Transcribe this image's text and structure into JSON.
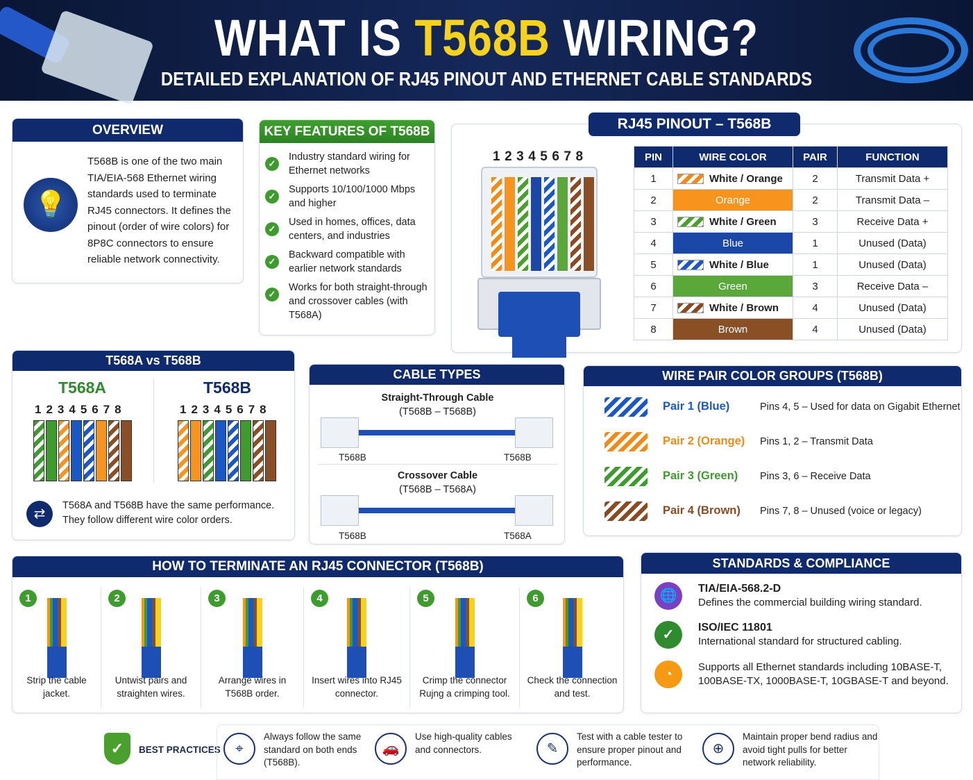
{
  "header": {
    "title_pre": "WHAT IS ",
    "title_hl": "T568B",
    "title_post": " WIRING?",
    "subtitle": "DETAILED EXPLANATION OF RJ45 PINOUT AND ETHERNET CABLE STANDARDS"
  },
  "overview": {
    "title": "OVERVIEW",
    "icon": "lightbulb-icon",
    "text": "T568B is one of the two main TIA/EIA-568 Ethernet wiring standards used to terminate RJ45 connectors. It defines the pinout (order of wire colors) for 8P8C connectors to ensure reliable network connectivity."
  },
  "features": {
    "title": "KEY FEATURES OF T568B",
    "items": [
      "Industry standard wiring for Ethernet networks",
      "Supports 10/100/1000 Mbps and higher",
      "Used in homes, offices, data centers, and industries",
      "Backward compatible with earlier network standards",
      "Works for both straight-through and crossover cables (with T568A)"
    ]
  },
  "pinout": {
    "title": "RJ45 PINOUT – T568B",
    "pin_numbers": "12345678",
    "headers": [
      "PIN",
      "WIRE COLOR",
      "PAIR",
      "FUNCTION"
    ],
    "rows": [
      {
        "pin": "1",
        "color": "White / Orange",
        "hex": "#f28a14",
        "striped": true,
        "pair": "2",
        "function": "Transmit Data +"
      },
      {
        "pin": "2",
        "color": "Orange",
        "hex": "#f7941d",
        "striped": false,
        "pair": "2",
        "function": "Transmit Data –"
      },
      {
        "pin": "3",
        "color": "White / Green",
        "hex": "#4aa02c",
        "striped": true,
        "pair": "3",
        "function": "Receive Data +"
      },
      {
        "pin": "4",
        "color": "Blue",
        "hex": "#1a47a8",
        "striped": false,
        "pair": "1",
        "function": "Unused (Data)"
      },
      {
        "pin": "5",
        "color": "White / Blue",
        "hex": "#1a58c8",
        "striped": true,
        "pair": "1",
        "function": "Unused (Data)"
      },
      {
        "pin": "6",
        "color": "Green",
        "hex": "#5aa83a",
        "striped": false,
        "pair": "3",
        "function": "Receive Data –"
      },
      {
        "pin": "7",
        "color": "White / Brown",
        "hex": "#8b4a22",
        "striped": true,
        "pair": "4",
        "function": "Unused (Data)"
      },
      {
        "pin": "8",
        "color": "Brown",
        "hex": "#8b4f26",
        "striped": false,
        "pair": "4",
        "function": "Unused (Data)"
      }
    ]
  },
  "compare": {
    "title": "T568A vs T568B",
    "a_label": "T568A",
    "b_label": "T568B",
    "numbers": "12345678",
    "a_order": [
      [
        "#3e9b2e",
        1
      ],
      [
        "#3e9b2e",
        0
      ],
      [
        "#f7941d",
        1
      ],
      [
        "#1a58c8",
        0
      ],
      [
        "#1a58c8",
        1
      ],
      [
        "#f7941d",
        0
      ],
      [
        "#8b4f26",
        1
      ],
      [
        "#8b4f26",
        0
      ]
    ],
    "b_order": [
      [
        "#f7941d",
        1
      ],
      [
        "#f7941d",
        0
      ],
      [
        "#3e9b2e",
        1
      ],
      [
        "#1a58c8",
        0
      ],
      [
        "#1a58c8",
        1
      ],
      [
        "#3e9b2e",
        0
      ],
      [
        "#8b4f26",
        1
      ],
      [
        "#8b4f26",
        0
      ]
    ],
    "note": "T568A and T568B have the same performance. They follow different wire color orders.",
    "icon": "swap-icon"
  },
  "cable_types": {
    "title": "CABLE TYPES",
    "straight": {
      "title": "Straight-Through Cable",
      "sub": "(T568B – T568B)",
      "left": "T568B",
      "right": "T568B"
    },
    "crossover": {
      "title": "Crossover Cable",
      "sub": "(T568B – T568A)",
      "left": "T568B",
      "right": "T568A"
    }
  },
  "pairs": {
    "title": "WIRE PAIR COLOR GROUPS (T568B)",
    "items": [
      {
        "label": "Pair 1 (Blue)",
        "color": "#1a58c8",
        "desc": "Pins 4, 5 – Used for data on Gigabit Ethernet"
      },
      {
        "label": "Pair 2 (Orange)",
        "color": "#f28a14",
        "desc": "Pins 1, 2 – Transmit Data"
      },
      {
        "label": "Pair 3 (Green)",
        "color": "#3e9b2e",
        "desc": "Pins 3, 6 – Receive Data"
      },
      {
        "label": "Pair 4 (Brown)",
        "color": "#8b4a22",
        "desc": "Pins 7, 8 – Unused (voice or legacy)"
      }
    ]
  },
  "terminate": {
    "title": "HOW TO TERMINATE AN RJ45 CONNECTOR (T568B)",
    "steps": [
      {
        "n": "1",
        "text": "Strip the cable jacket."
      },
      {
        "n": "2",
        "text": "Untwist pairs and straighten wires."
      },
      {
        "n": "3",
        "text": "Arrange wires in T568B order."
      },
      {
        "n": "4",
        "text": "Insert wires into RJ45 connector."
      },
      {
        "n": "5",
        "text": "Crimp the connector Rujng a crimping tool."
      },
      {
        "n": "6",
        "text": "Check the connection and test."
      }
    ]
  },
  "standards": {
    "title": "STANDARDS & COMPLIANCE",
    "items": [
      {
        "name": "TIA/EIA-568.2-D",
        "desc": "Defines the commercial building wiring standard.",
        "color": "#7b3fc4"
      },
      {
        "name": "ISO/IEC 11801",
        "desc": "International standard for structured cabling.",
        "color": "#2e8b2e"
      },
      {
        "name": "",
        "desc": "Supports all Ethernet standards including 10BASE-T, 100BASE-TX, 1000BASE-T, 10GBASE-T and beyond.",
        "color": "#f59a12"
      }
    ]
  },
  "best": {
    "title": "BEST PRACTICES",
    "items": [
      "Always follow the same standard on both ends (T568B).",
      "Use high-quality cables and connectors.",
      "Test with a cable tester to ensure proper pinout and performance.",
      "Maintain proper bend radius and avoid tight pulls for better network reliability."
    ]
  }
}
